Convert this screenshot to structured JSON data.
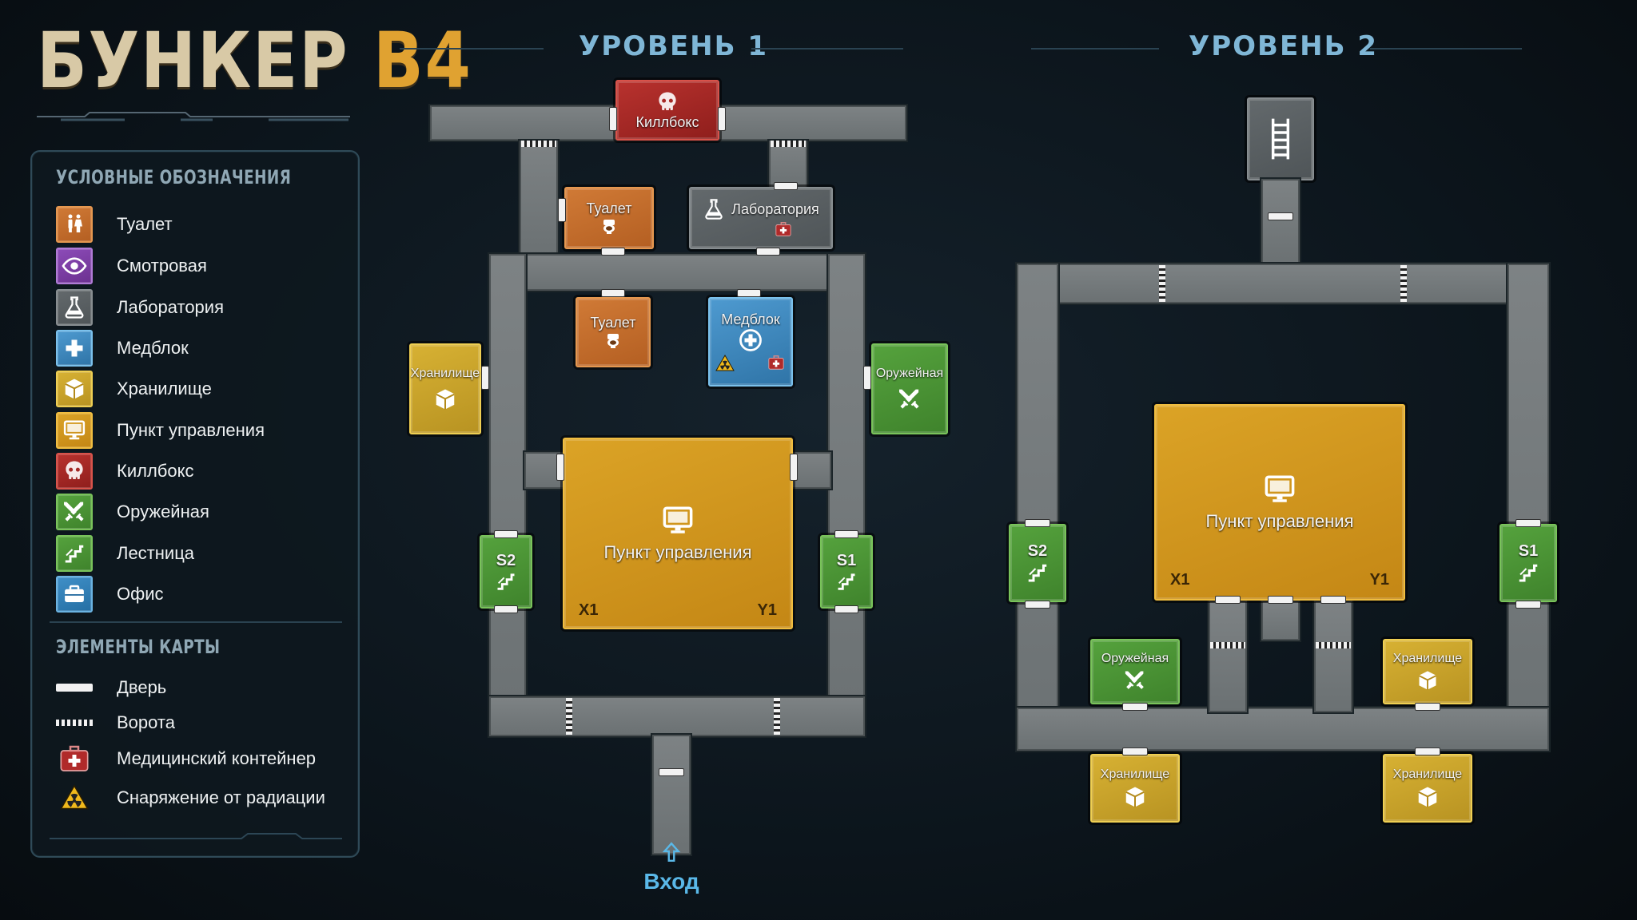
{
  "title": {
    "main": "БУНКЕР",
    "accent": "B4"
  },
  "legend": {
    "heading": "УСЛОВНЫЕ ОБОЗНАЧЕНИЯ",
    "items": [
      {
        "label": "Туалет",
        "icon": "toilet-icon",
        "color": "#c96f2e"
      },
      {
        "label": "Смотровая",
        "icon": "eye-icon",
        "color": "#7e3fa8"
      },
      {
        "label": "Лаборатория",
        "icon": "flask-icon",
        "color": "#5a6063"
      },
      {
        "label": "Медблок",
        "icon": "medical-cross-icon",
        "color": "#3f88c0"
      },
      {
        "label": "Хранилище",
        "icon": "crate-icon",
        "color": "#d1a72d"
      },
      {
        "label": "Пункт управления",
        "icon": "monitor-icon",
        "color": "#d6951e"
      },
      {
        "label": "Киллбокс",
        "icon": "skull-icon",
        "color": "#a8282a"
      },
      {
        "label": "Оружейная",
        "icon": "crossed-swords-icon",
        "color": "#4a9336"
      },
      {
        "label": "Лестница",
        "icon": "stairs-icon",
        "color": "#4a9336"
      },
      {
        "label": "Офис",
        "icon": "briefcase-icon",
        "color": "#2f7cb6"
      }
    ],
    "elements_heading": "ЭЛЕМЕНТЫ КАРТЫ",
    "elements": [
      {
        "label": "Дверь",
        "icon": "door-icon"
      },
      {
        "label": "Ворота",
        "icon": "gate-icon"
      },
      {
        "label": "Медицинский контейнер",
        "icon": "medkit-icon"
      },
      {
        "label": "Снаряжение от радиации",
        "icon": "radiation-icon"
      }
    ]
  },
  "level1": {
    "title": "УРОВЕНЬ 1",
    "rooms": {
      "killbox": "Киллбокс",
      "toilet_top": "Туалет",
      "lab": "Лаборатория",
      "toilet_inner": "Туалет",
      "medblock": "Медблок",
      "storage_left": "Хранилище",
      "armory_right": "Оружейная",
      "control": "Пункт управления",
      "stairs_left": "S2",
      "stairs_right": "S1",
      "x_mark": "X1",
      "y_mark": "Y1"
    },
    "entrance": "Вход"
  },
  "level2": {
    "title": "УРОВЕНЬ 2",
    "rooms": {
      "control": "Пункт управления",
      "stairs_left": "S2",
      "stairs_right": "S1",
      "armory": "Оружейная",
      "storage_inner": "Хранилище",
      "storage_bottom_left": "Хранилище",
      "storage_bottom_right": "Хранилище",
      "x_mark": "X1",
      "y_mark": "Y1"
    },
    "ladder_icon": "ladder-icon"
  }
}
